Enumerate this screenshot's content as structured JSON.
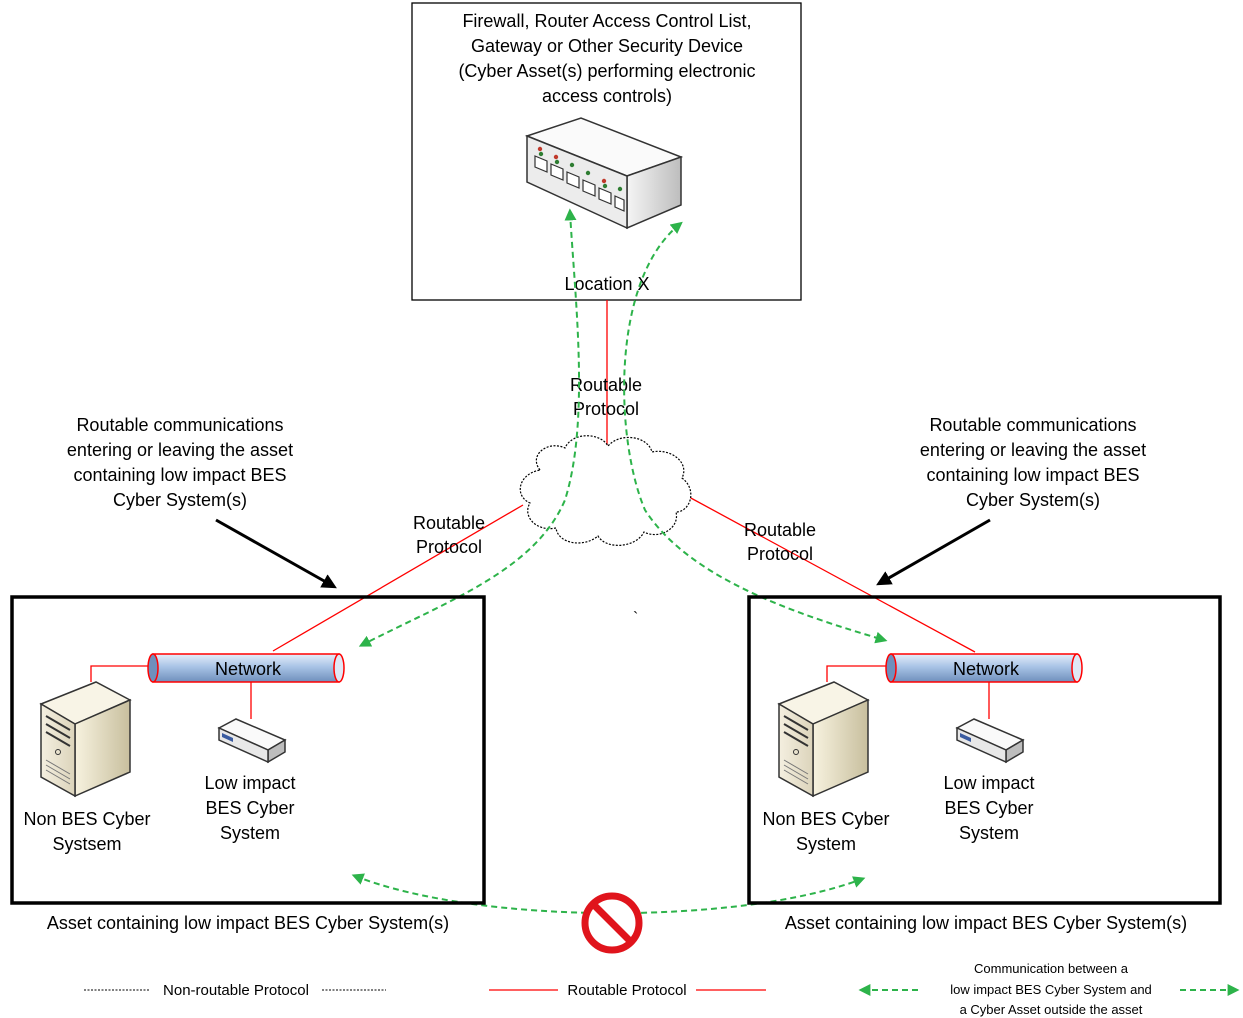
{
  "top_box": {
    "title_lines": [
      "Firewall, Router Access Control List,",
      "Gateway or Other Security Device",
      "(Cyber Asset(s) performing electronic",
      "access controls)"
    ],
    "location_label": "Location X"
  },
  "routable_protocol_labels": {
    "center": [
      "Routable",
      "Protocol"
    ],
    "left": [
      "Routable",
      "Protocol"
    ],
    "right": [
      "Routable",
      "Protocol"
    ]
  },
  "left_annotation": [
    "Routable communications",
    "entering or leaving the asset",
    "containing low impact BES",
    "Cyber System(s)"
  ],
  "right_annotation": [
    "Routable communications",
    "entering or leaving the asset",
    "containing low impact BES",
    "Cyber System(s)"
  ],
  "left_asset": {
    "network_label": "Network",
    "low_impact_label": [
      "Low impact",
      "BES Cyber",
      "System"
    ],
    "non_bes_label": [
      "Non BES Cyber",
      "Systsem"
    ],
    "caption": "Asset containing low impact BES Cyber System(s)"
  },
  "right_asset": {
    "network_label": "Network",
    "low_impact_label": [
      "Low impact",
      "BES Cyber",
      "System"
    ],
    "non_bes_label": [
      "Non BES Cyber",
      "System"
    ],
    "caption": "Asset containing low impact BES Cyber System(s)"
  },
  "stray_mark": "`",
  "legend": {
    "non_routable": "Non-routable Protocol",
    "routable": "Routable Protocol",
    "communication_lines": [
      "Communication between a",
      "low impact BES Cyber System and",
      "a Cyber Asset outside the asset"
    ]
  },
  "colors": {
    "routable_line": "#ff0000",
    "comm_arrow": "#2db34a",
    "prohibited": "#e0141c",
    "network_pipe": "#9fbfe3"
  },
  "icons": {
    "firewall": "network-switch-icon",
    "cloud": "cloud-icon",
    "server": "server-tower-icon",
    "device": "small-network-device-icon",
    "prohibited": "prohibited-sign-icon"
  }
}
